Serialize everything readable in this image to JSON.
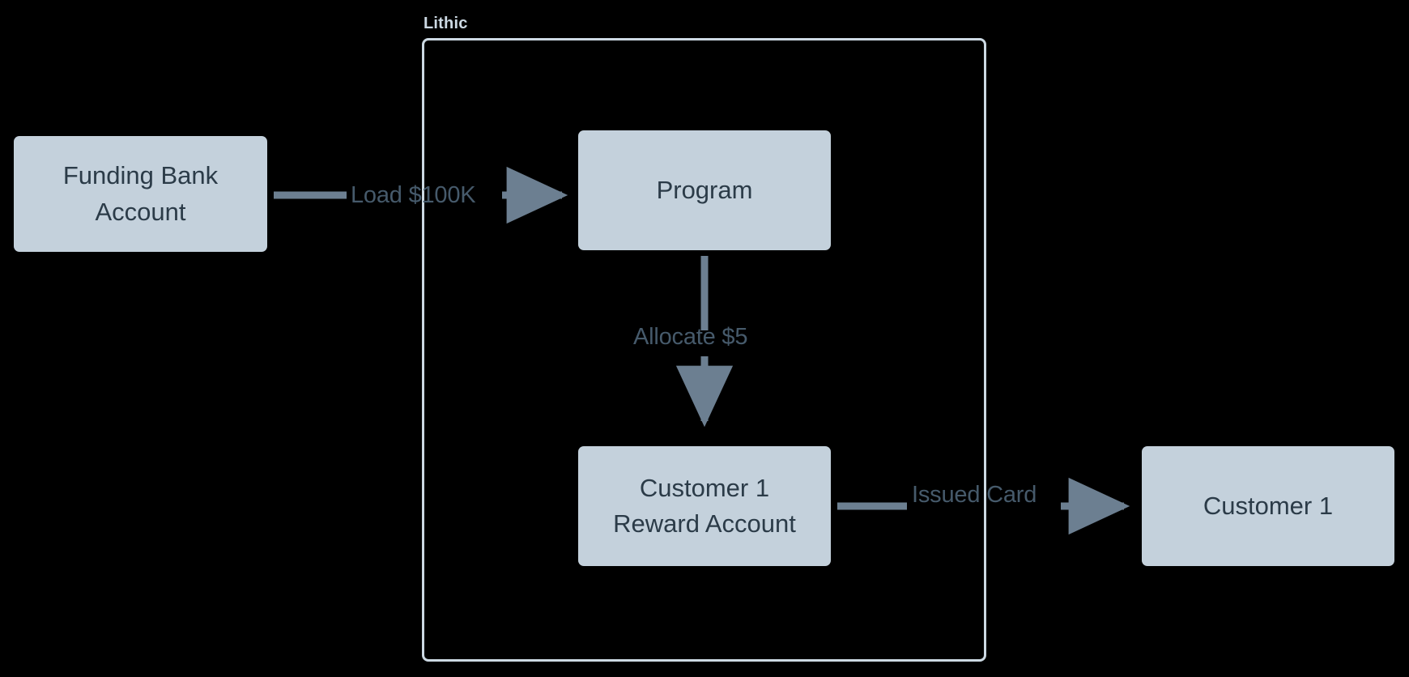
{
  "diagram": {
    "type": "flow-diagram",
    "background_color": "#000000",
    "node_fill_color": "#c4d1dc",
    "node_text_color": "#2b3b48",
    "edge_color": "#6c7f91",
    "label_text_color": "#465a6b",
    "group_border_color": "#ccd9e3",
    "group": {
      "label": "Lithic"
    },
    "nodes": [
      {
        "id": "funding",
        "label": "Funding Bank\nAccount"
      },
      {
        "id": "program",
        "label": "Program"
      },
      {
        "id": "reward",
        "label": "Customer 1\nReward Account"
      },
      {
        "id": "customer",
        "label": "Customer 1"
      }
    ],
    "edges": [
      {
        "id": "load",
        "from": "funding",
        "to": "program",
        "label": "Load $100K",
        "direction": "right"
      },
      {
        "id": "allocate",
        "from": "program",
        "to": "reward",
        "label": "Allocate $5",
        "direction": "down"
      },
      {
        "id": "issued",
        "from": "reward",
        "to": "customer",
        "label": "Issued Card",
        "direction": "right"
      }
    ]
  }
}
